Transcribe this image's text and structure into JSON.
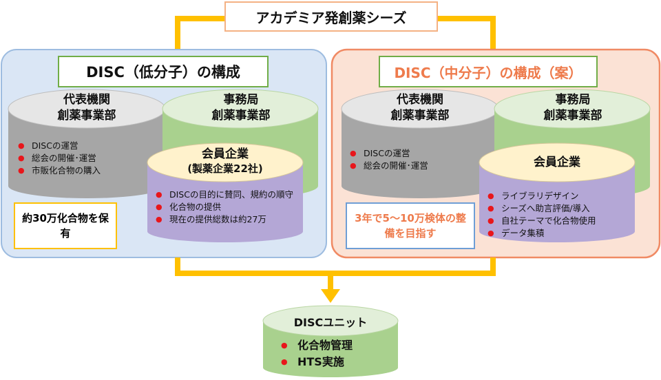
{
  "top_title": "アカデミア発創薬シーズ",
  "left_panel": {
    "title": "DISC（低分子）の構成",
    "rep": {
      "line1": "代表機関",
      "line2": "創薬事業部",
      "bullets": [
        "DISCの運営",
        "総会の開催･運営",
        "市販化合物の購入"
      ]
    },
    "office": {
      "line1": "事務局",
      "line2": "創薬事業部"
    },
    "member": {
      "line1": "会員企業",
      "line2": "(製薬企業22社)",
      "bullets": [
        "DISCの目的に賛同、規約の順守",
        "化合物の提供",
        "現在の提供総数は約27万"
      ]
    },
    "note": "約30万化合物を保有"
  },
  "right_panel": {
    "title": "DISC（中分子）の構成（案）",
    "rep": {
      "line1": "代表機関",
      "line2": "創薬事業部",
      "bullets": [
        "DISCの運営",
        "総会の開催･運営"
      ]
    },
    "office": {
      "line1": "事務局",
      "line2": "創薬事業部"
    },
    "member": {
      "line1": "会員企業",
      "bullets": [
        "ライブラリデザイン",
        "シーズへ助言評価/導入",
        "自社テーマで化合物使用",
        "データ集積"
      ]
    },
    "note": "3年で5～10万検体の整備を目指す"
  },
  "unit": {
    "title": "DISCユニット",
    "bullets": [
      "化合物管理",
      "HTS実施"
    ]
  },
  "colors": {
    "orange_line": "#ffc000",
    "left_bg": "#dae6f5",
    "left_border": "#9dbce0",
    "right_bg": "#fbe2d5",
    "right_border": "#f08a64",
    "gray_cyl": "#a6a6a6",
    "green_cyl": "#a9d18e",
    "purple_cyl": "#b4a7d6",
    "bullet": "#e8161b",
    "right_accent": "#ee7b4c"
  }
}
